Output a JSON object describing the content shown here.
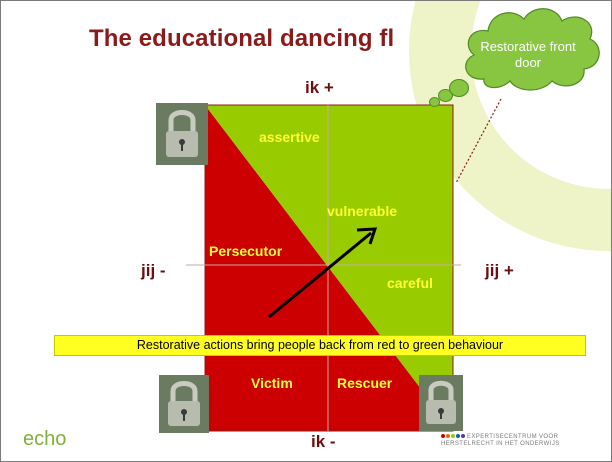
{
  "title": "The educational dancing fl",
  "cloud_text": "Restorative front door",
  "axis": {
    "top": "ik +",
    "bottom": "ik -",
    "left": "jij -",
    "right": "jij +"
  },
  "quadrant_labels": {
    "assertive": "assertive",
    "vulnerable": "vulnerable",
    "persecutor": "Persecutor",
    "careful": "careful",
    "victim": "Victim",
    "rescuer": "Rescuer"
  },
  "banner": "Restorative actions bring people back from red to green behaviour",
  "logos": {
    "left": "echo",
    "right_line1": "EXPERTISECENTRUM VOOR",
    "right_line2": "HERSTELRECHT IN HET ONDERWIJS"
  },
  "colors": {
    "red": "#cc0000",
    "green": "#99cc00",
    "title": "#8b1a1a",
    "label": "#ffff33",
    "cloud": "#88c540",
    "banner": "#ffff22"
  }
}
